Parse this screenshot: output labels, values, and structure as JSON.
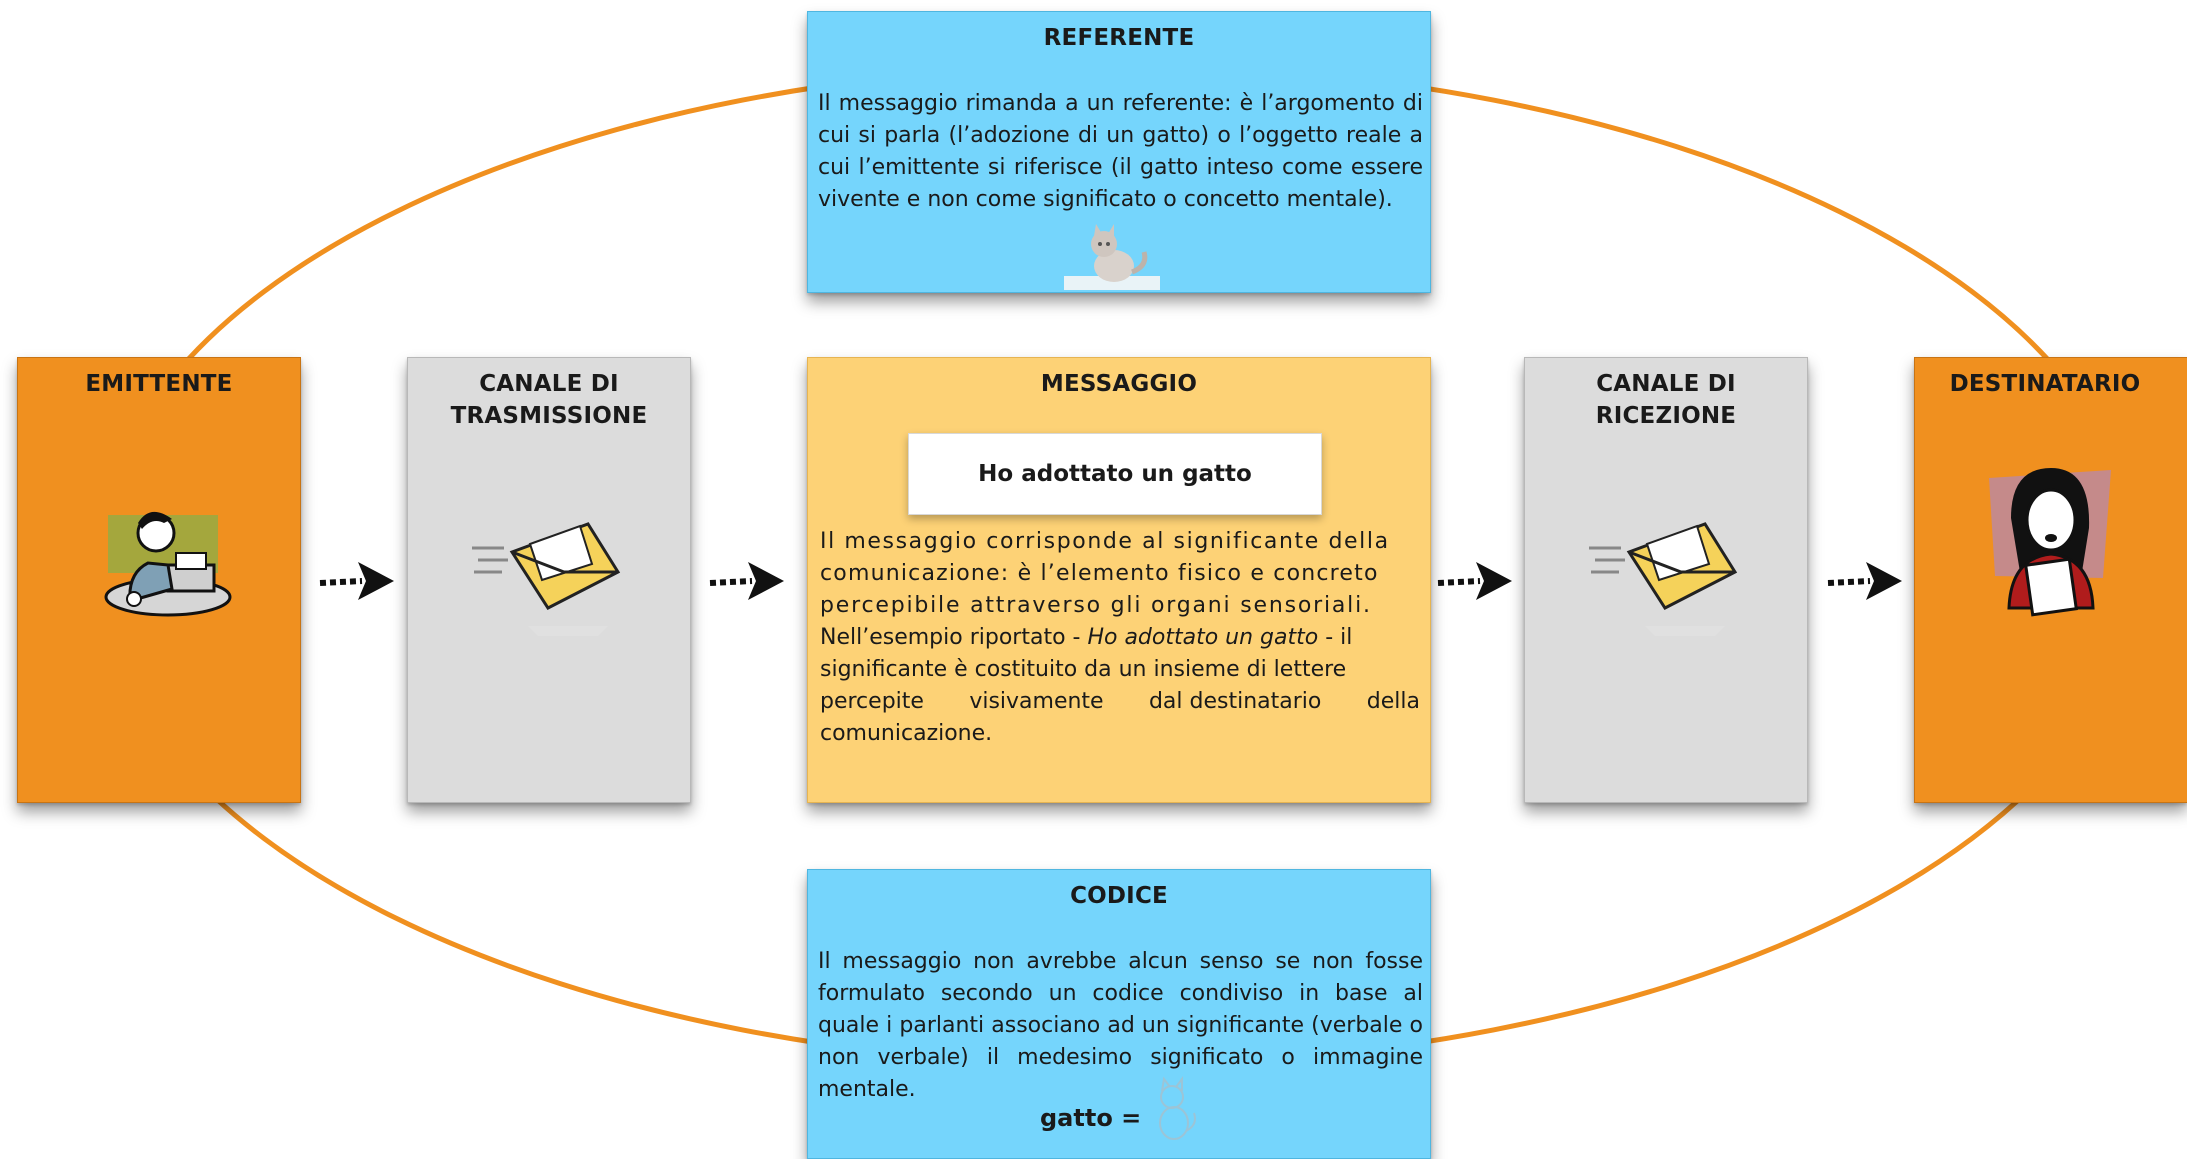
{
  "emittente": {
    "title": "EMITTENTE",
    "icon": "typewriter-man-icon"
  },
  "canale_trasmissione": {
    "title_line1": "CANALE DI",
    "title_line2": "TRASMISSIONE",
    "icon": "envelope-icon"
  },
  "messaggio": {
    "title": "MESSAGGIO",
    "sample": "Ho adottato un gatto",
    "lines": [
      "Il messaggio corrisponde al significante della",
      "comunicazione: è l’elemento fisico e concreto",
      "percepibile attraverso gli organi sensoriali.",
      "Nell’esempio riportato - ",
      "Ho adottato un gatto",
      " - il",
      "significante è costituito da un insieme di lettere",
      "percepite",
      "visivamente",
      "dal destinatario",
      "della",
      "comunicazione."
    ]
  },
  "canale_ricezione": {
    "title": "CANALE DI RICEZIONE",
    "icon": "envelope-icon"
  },
  "destinatario": {
    "title": "DESTINATARIO",
    "icon": "reading-woman-icon"
  },
  "referente": {
    "title": "REFERENTE",
    "lines": [
      "Il messaggio rimanda a un referente: è l’argomento di",
      "cui si parla  (l’adozione di un gatto) o l’oggetto reale a",
      "cui l’emittente si riferisce (il gatto inteso come essere",
      "vivente e non come significato o concetto mentale)."
    ],
    "icon": "cat-photo-icon"
  },
  "codice": {
    "title": "CODICE",
    "lines": [
      "Il messaggio non avrebbe alcun senso se non fosse",
      "formulato secondo un codice condiviso in base al",
      "quale i parlanti associano ad un significante (verbale o",
      "non verbale) il medesimo significato o immagine",
      "mentale."
    ],
    "equation": "gatto =",
    "icon": "cat-sketch-icon"
  },
  "colors": {
    "orange": "#f0901f",
    "grey": "#dcdcdc",
    "blue": "#75d5fc",
    "yellow": "#fdd276",
    "ring": "#f0901f"
  }
}
